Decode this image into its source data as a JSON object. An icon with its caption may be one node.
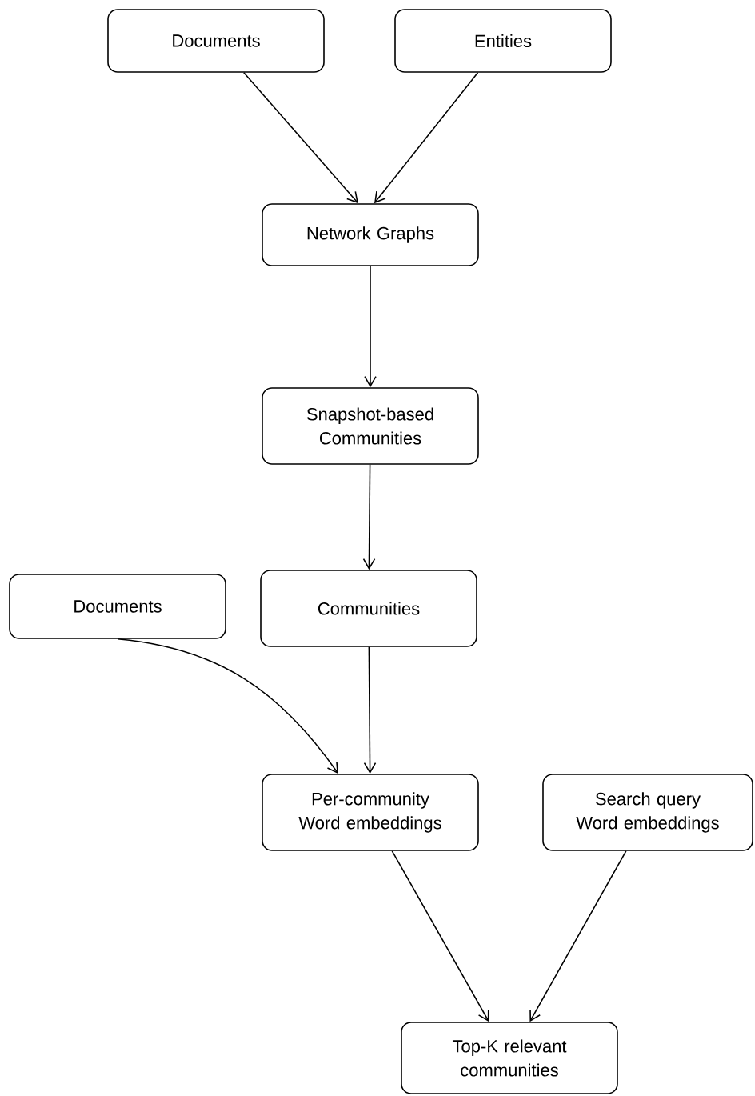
{
  "diagram": {
    "nodes": [
      {
        "text": [
          "Documents"
        ]
      },
      {
        "text": [
          "Entities"
        ]
      },
      {
        "text": [
          "Network Graphs"
        ]
      },
      {
        "text": [
          "Snapshot-based Communities"
        ]
      },
      {
        "text": [
          "Documents"
        ]
      },
      {
        "text": [
          "Communities"
        ]
      },
      {
        "text": [
          "Per-community Word embeddings"
        ]
      },
      {
        "text": [
          "Search query Word embeddings"
        ]
      },
      {
        "text": [
          "Top-K relevant communities"
        ]
      }
    ],
    "edges": [
      {
        "from": 0,
        "to": 2,
        "arrow": "to"
      },
      {
        "from": 1,
        "to": 2,
        "arrow": "to"
      },
      {
        "from": 2,
        "to": 3,
        "arrow": "to"
      },
      {
        "from": 3,
        "to": 5,
        "arrow": "to"
      },
      {
        "from": 4,
        "to": 6,
        "arrow": "to"
      },
      {
        "from": 5,
        "to": 6,
        "arrow": "to"
      },
      {
        "from": 6,
        "to": 8,
        "arrow": "to"
      },
      {
        "from": 7,
        "to": 8,
        "arrow": "to"
      }
    ]
  }
}
